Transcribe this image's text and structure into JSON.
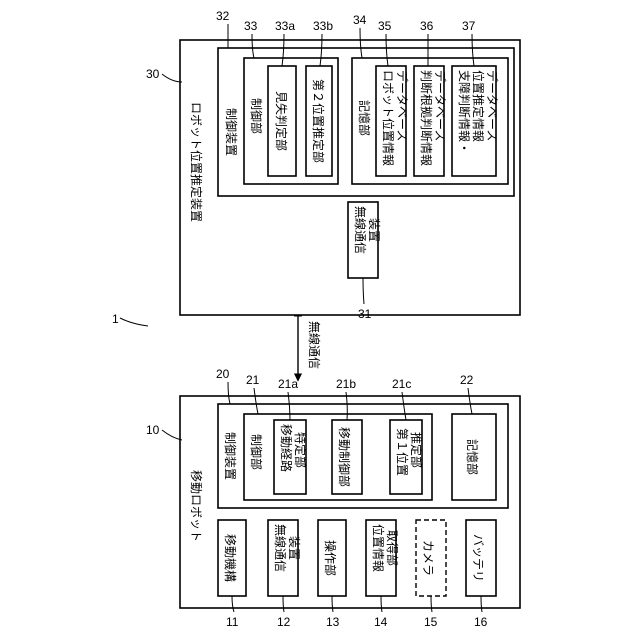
{
  "system_ref": "1",
  "wireless_comm": "無線通信",
  "robot": {
    "ref": "10",
    "label": "移動ロボット",
    "control_device": {
      "ref": "20",
      "label": "制御装置",
      "control_unit": {
        "ref": "21",
        "label": "制御部",
        "route": {
          "ref": "21a",
          "line1": "移動経路",
          "line2": "特定部"
        },
        "move_ctrl": {
          "ref": "21b",
          "label": "移動制御部"
        },
        "pos1": {
          "ref": "21c",
          "line1": "第１位置",
          "line2": "推定部"
        }
      },
      "storage": {
        "ref": "22",
        "label": "記憶部"
      }
    },
    "mechanism": {
      "ref": "11",
      "label": "移動機構"
    },
    "comm_device": {
      "ref": "12",
      "line1": "無線通信",
      "line2": "装置"
    },
    "operation": {
      "ref": "13",
      "label": "操作部"
    },
    "pos_info": {
      "ref": "14",
      "line1": "位置情報",
      "line2": "取得部"
    },
    "camera": {
      "ref": "15",
      "label": "カメラ"
    },
    "battery": {
      "ref": "16",
      "label": "バッテリ"
    }
  },
  "estimator": {
    "ref": "30",
    "label": "ロボット位置推定装置",
    "comm_device": {
      "ref": "31",
      "line1": "無線通信",
      "line2": "装置"
    },
    "control_device": {
      "ref": "32",
      "label": "制御装置",
      "control_unit": {
        "ref": "33",
        "label": "制御部",
        "lost": {
          "ref": "33a",
          "label": "見失判定部"
        },
        "pos2": {
          "ref": "33b",
          "label": "第２位置推定部"
        }
      },
      "storage": {
        "ref": "34",
        "label": "記憶部",
        "db35": {
          "ref": "35",
          "line1": "ロボット位置情報",
          "line2": "データベース"
        },
        "db36": {
          "ref": "36",
          "line1": "判断根拠判断情報",
          "line2": "データベース"
        },
        "db37": {
          "ref": "37",
          "line1": "支障判断情報・",
          "line2": "位置推定情報",
          "line3": "データベース"
        }
      }
    }
  }
}
